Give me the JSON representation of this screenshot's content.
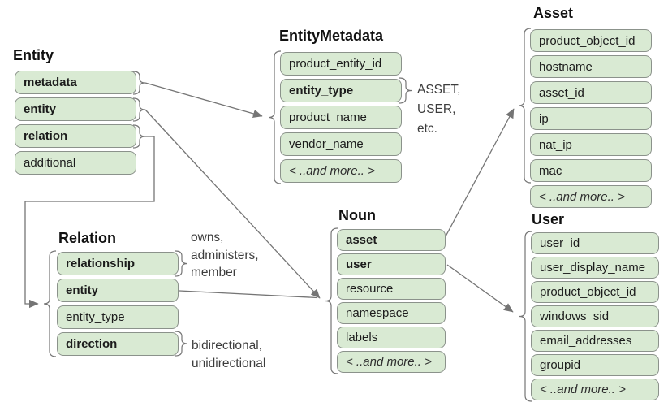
{
  "tables": {
    "entity": {
      "title": "Entity",
      "rows": [
        "metadata",
        "entity",
        "relation",
        "additional"
      ]
    },
    "entity_metadata": {
      "title": "EntityMetadata",
      "rows": [
        "product_entity_id",
        "entity_type",
        "product_name",
        "vendor_name",
        "< ..and more.. >"
      ]
    },
    "asset": {
      "title": "Asset",
      "rows": [
        "product_object_id",
        "hostname",
        "asset_id",
        "ip",
        "nat_ip",
        "mac",
        "< ..and more.. >"
      ]
    },
    "user": {
      "title": "User",
      "rows": [
        "user_id",
        "user_display_name",
        "product_object_id",
        "windows_sid",
        "email_addresses",
        "groupid",
        "< ..and more.. >"
      ]
    },
    "noun": {
      "title": "Noun",
      "rows": [
        "asset",
        "user",
        "resource",
        "namespace",
        "labels",
        "< ..and more.. >"
      ]
    },
    "relation": {
      "title": "Relation",
      "rows": [
        "relationship",
        "entity",
        "entity_type",
        "direction"
      ]
    }
  },
  "annotations": {
    "entity_type_values": {
      "line1": "ASSET,",
      "line2": "USER,",
      "line3": "etc."
    },
    "relationship_values": {
      "line1": "owns,",
      "line2": "administers,",
      "line3": "member"
    },
    "direction_values": {
      "line1": "bidirectional,",
      "line2": "unidirectional"
    }
  },
  "colors": {
    "row_fill": "#d9ead3",
    "row_border": "#8b928b",
    "connector": "#757575",
    "text": "#1c1c1c"
  }
}
